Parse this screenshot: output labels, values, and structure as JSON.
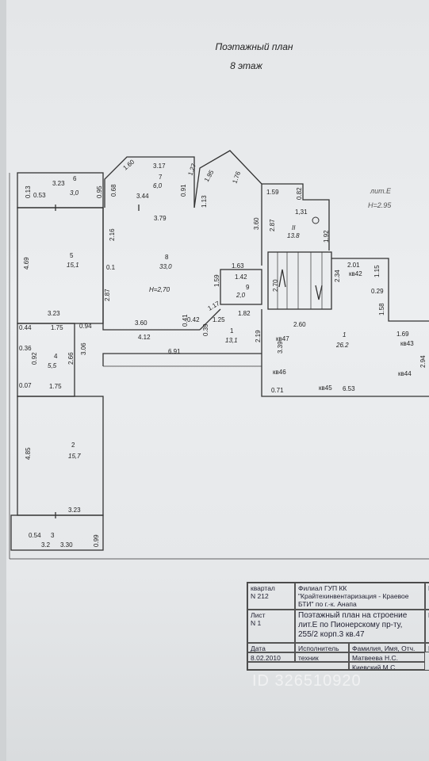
{
  "header": {
    "title": "Поэтажный план",
    "floor": "8 этаж"
  },
  "lit_label": "лит.Е",
  "height_label": "Н=2.95",
  "ceiling_height_room6": "Н=2,70",
  "rooms": [
    {
      "num": "1",
      "area": "26.2"
    },
    {
      "num": "1",
      "area": "13,1"
    },
    {
      "num": "2",
      "area": "15,7"
    },
    {
      "num": "3",
      "area": "3.2"
    },
    {
      "num": "4",
      "area": "5,5"
    },
    {
      "num": "5",
      "area": "15,1"
    },
    {
      "num": "6",
      "area": "3,0"
    },
    {
      "num": "7",
      "area": "6,0"
    },
    {
      "num": "8",
      "area": "33,0"
    },
    {
      "num": "9",
      "area": "2,0"
    },
    {
      "num": "II",
      "area": "13.8"
    }
  ],
  "apartments": [
    "кв42",
    "кв43",
    "кв44",
    "кв45",
    "кв46",
    "кв47"
  ],
  "dimensions": [
    "3.17",
    "1.60",
    "1.27",
    "1.95",
    "1.76",
    "0.13",
    "0.53",
    "3.23",
    "0.95",
    "0.68",
    "3.44",
    "0.91",
    "1.13",
    "3.79",
    "1.59",
    "0.82",
    "1,31",
    "2.87",
    "3.60",
    "1.92",
    "4.69",
    "2.16",
    "0.1",
    "1.63",
    "2.01",
    "1.15",
    "0.29",
    "2.87",
    "1.42",
    "1.59",
    "2.70",
    "2.34",
    "3.23",
    "1.82",
    "1.58",
    "1.69",
    "0.44",
    "1.75",
    "0.94",
    "3.60",
    "0.41",
    "0.42",
    "0.39",
    "1.25",
    "1.17",
    "4.12",
    "2.19",
    "2.60",
    "0.36",
    "0.92",
    "2.66",
    "3.06",
    "6.91",
    "3.39",
    "2.94",
    "0.07",
    "1.75",
    "0.71",
    "6.53",
    "4.85",
    "3.23",
    "0.54",
    "0.99",
    "3.30"
  ],
  "title_block": {
    "quarter_label": "квартал",
    "quarter_value": "N 212",
    "org": "Филиал ГУП КК \"Крайтехинвентаризация - Краевое БТИ\" по г.-к. Анапа",
    "sheet_label": "Лист",
    "sheet_value": "N 1",
    "doc_title": "Поэтажный план на строение лит.Е по Пионерскому пр-ту, 255/2 корп.3 кв.47",
    "date_label": "Дата",
    "date_value": "8.02.2010",
    "executor_label": "Исполнитель",
    "executor_value": "техник",
    "names_header": "Фамилия, Имя, Отч.",
    "name1": "Матвеева Н.С.",
    "name2": "Киевский М.С.",
    "right_top": "К",
    "right_mid": "М",
    "right_bot": "П"
  },
  "watermark": "ID 326510920"
}
